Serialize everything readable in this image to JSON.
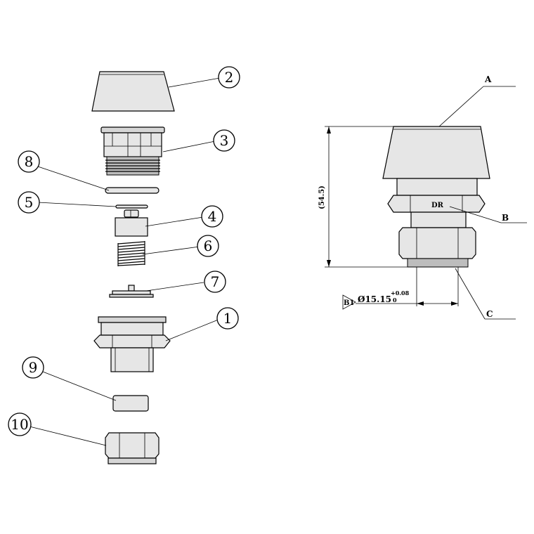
{
  "exploded_view": {
    "balloons": [
      {
        "label": "1",
        "part": "body"
      },
      {
        "label": "2",
        "part": "cap"
      },
      {
        "label": "3",
        "part": "upper-housing"
      },
      {
        "label": "4",
        "part": "valve-core"
      },
      {
        "label": "5",
        "part": "washer"
      },
      {
        "label": "6",
        "part": "spring"
      },
      {
        "label": "7",
        "part": "valve-seat"
      },
      {
        "label": "8",
        "part": "o-ring"
      },
      {
        "label": "9",
        "part": "insert"
      },
      {
        "label": "10",
        "part": "nut"
      }
    ]
  },
  "assembly_view": {
    "callouts": {
      "a": "A",
      "b": "B",
      "c": "C"
    },
    "height_dimension": "(54.5)",
    "thread_label": "DR",
    "datum_label": "B1",
    "diameter_value": "Ø15.15",
    "tolerance_upper": "+0.08",
    "tolerance_lower": "0"
  }
}
